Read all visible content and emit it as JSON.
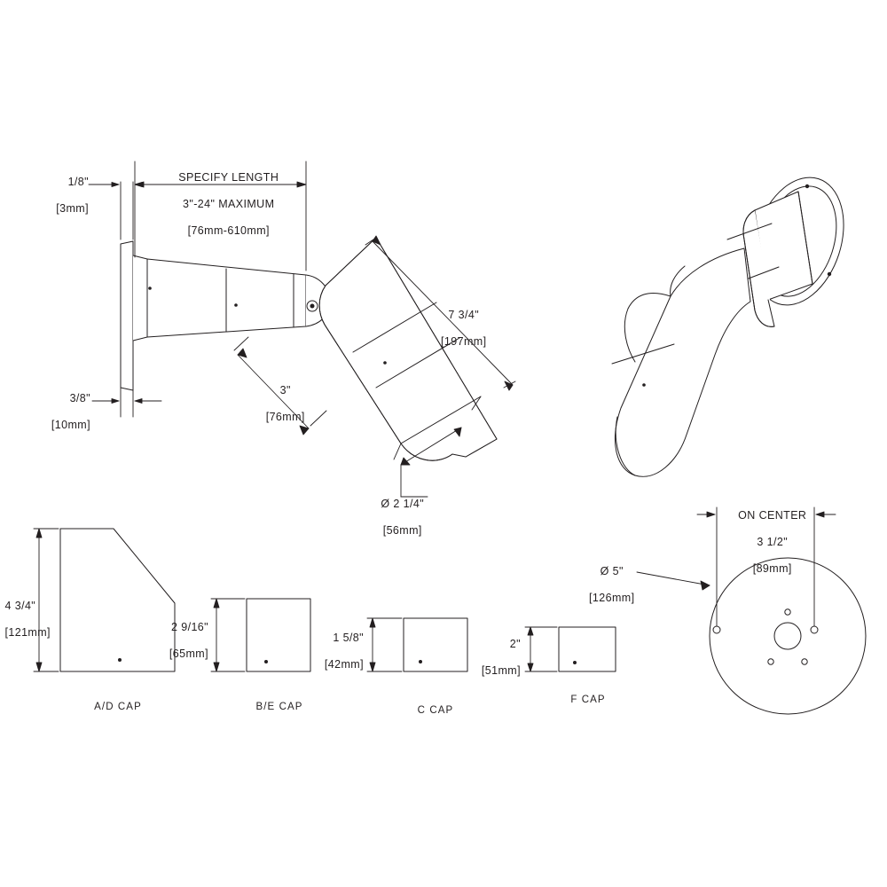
{
  "drawing": {
    "title": "Wall mount lamp arm dimensioned technical drawing",
    "line_color": "#231f20",
    "fill_color": "#ffffff",
    "background": "#ffffff"
  },
  "dimensions": {
    "plate_thickness": {
      "imperial": "1/8\"",
      "metric": "[3mm]"
    },
    "plate_offset": {
      "imperial": "3/8\"",
      "metric": "[10mm]"
    },
    "length_note_line1": "SPECIFY LENGTH",
    "length_note_line2": "3\"-24\" MAXIMUM",
    "length_note_line3": "[76mm-610mm]",
    "shade_length": {
      "imperial": "7 3/4\"",
      "metric": "[197mm]"
    },
    "joint_length": {
      "imperial": "3\"",
      "metric": "[76mm]"
    },
    "arm_diameter": {
      "imperial": "Ø 2 1/4\"",
      "metric": "[56mm]"
    },
    "backplate_diameter": {
      "imperial": "Ø 5\"",
      "metric": "[126mm]"
    },
    "on_center_label": "ON CENTER",
    "on_center": {
      "imperial": "3 1/2\"",
      "metric": "[89mm]"
    }
  },
  "caps": [
    {
      "name": "A/D CAP",
      "height_imperial": "4 3/4\"",
      "height_metric": "[121mm]"
    },
    {
      "name": "B/E CAP",
      "height_imperial": "2 9/16\"",
      "height_metric": "[65mm]"
    },
    {
      "name": "C CAP",
      "height_imperial": "1 5/8\"",
      "height_metric": "[42mm]"
    },
    {
      "name": "F CAP",
      "height_imperial": "2\"",
      "height_metric": "[51mm]"
    }
  ]
}
